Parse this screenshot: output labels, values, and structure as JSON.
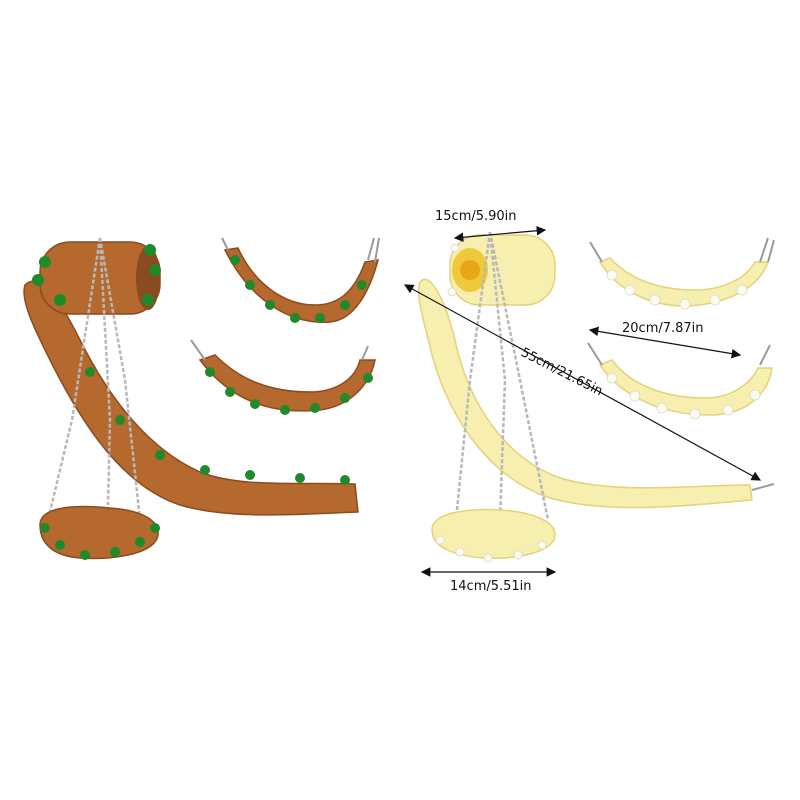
{
  "colors": {
    "background": "#ffffff",
    "brown_fabric": "#b5692e",
    "brown_dark": "#8a4b1f",
    "pompom_green": "#1f8a2a",
    "yellow_fabric": "#f6efb0",
    "yellow_dark": "#e3d27a",
    "trim_white": "#fbfbf2",
    "chain": "#b8b8b8"
  },
  "dimensions": {
    "tunnel": "15cm/5.90in",
    "hammock": "20cm/7.87in",
    "ladder": "55cm/21.65in",
    "basket": "14cm/5.51in"
  },
  "products": [
    {
      "variant": "brown",
      "items": [
        "tunnel",
        "ladder",
        "hammock",
        "hammock",
        "basket"
      ]
    },
    {
      "variant": "yellow",
      "items": [
        "tunnel",
        "ladder",
        "hammock",
        "hammock",
        "basket"
      ]
    }
  ]
}
